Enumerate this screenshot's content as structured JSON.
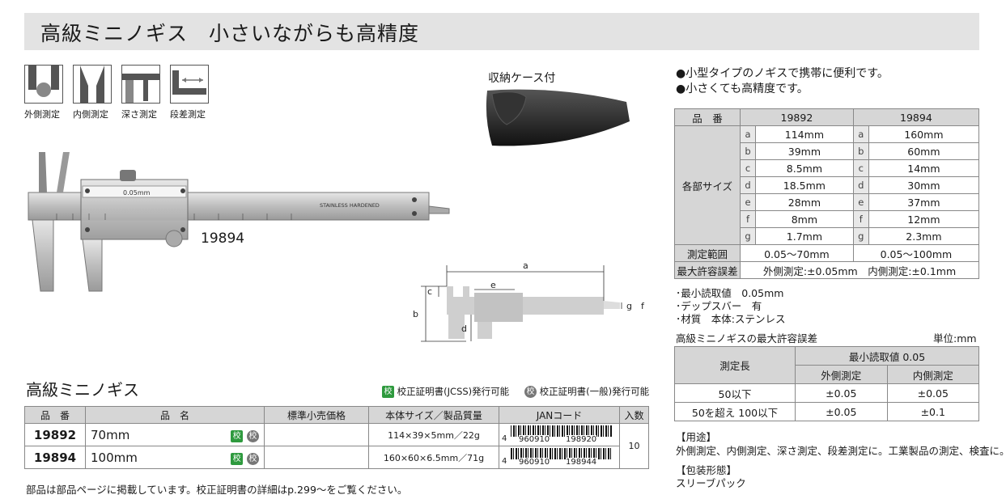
{
  "header": {
    "title": "高級ミニノギス　小さいながらも高精度"
  },
  "modes": [
    {
      "label": "外側測定",
      "icon": "outside-measure-icon"
    },
    {
      "label": "内側測定",
      "icon": "inside-measure-icon"
    },
    {
      "label": "深さ測定",
      "icon": "depth-measure-icon"
    },
    {
      "label": "段差測定",
      "icon": "step-measure-icon"
    }
  ],
  "caliper": {
    "model_label": "19894",
    "scale_text": "0.05mm",
    "stainless_text": "STAINLESS HARDENED"
  },
  "case_label": "収納ケース付",
  "diagram": {
    "labels": [
      "a",
      "c",
      "e",
      "b",
      "d",
      "g",
      "f"
    ]
  },
  "features": [
    "●小型タイプのノギスで携帯に便利です。",
    "●小さくても高精度です。"
  ],
  "spec_table": {
    "header": [
      "品　番",
      "19892",
      "19894"
    ],
    "size_label": "各部サイズ",
    "rows": [
      {
        "letter": "a",
        "v1": "114mm",
        "v2": "160mm"
      },
      {
        "letter": "b",
        "v1": "39mm",
        "v2": "60mm"
      },
      {
        "letter": "c",
        "v1": "8.5mm",
        "v2": "14mm"
      },
      {
        "letter": "d",
        "v1": "18.5mm",
        "v2": "30mm"
      },
      {
        "letter": "e",
        "v1": "28mm",
        "v2": "37mm"
      },
      {
        "letter": "f",
        "v1": "8mm",
        "v2": "12mm"
      },
      {
        "letter": "g",
        "v1": "1.7mm",
        "v2": "2.3mm"
      }
    ],
    "range_label": "測定範囲",
    "range_v1": "0.05〜70mm",
    "range_v2": "0.05〜100mm",
    "error_label": "最大許容誤差",
    "error_value": "外側測定:±0.05mm　内側測定:±0.1mm"
  },
  "notes": [
    "･最小読取値　0.05mm",
    "･デップスバー　有",
    "･材質　本体:ステンレス"
  ],
  "tolerance": {
    "title": "高級ミニノギスの最大許容誤差",
    "unit": "単位:mm",
    "head_measure": "測定長",
    "head_read": "最小読取値 0.05",
    "head_out": "外側測定",
    "head_in": "内側測定",
    "rows": [
      {
        "len": "50以下",
        "out": "±0.05",
        "in": "±0.05"
      },
      {
        "len": "50を超え 100以下",
        "out": "±0.05",
        "in": "±0.1"
      }
    ]
  },
  "usage": {
    "title": "【用途】",
    "text": "外側測定、内側測定、深さ測定、段差測定に。工業製品の測定、検査に。"
  },
  "package": {
    "title": "【包装形態】",
    "text": "スリーブパック"
  },
  "product": {
    "title": "高級ミニノギス",
    "cert_jcss": "校正証明書(JCSS)発行可能",
    "cert_general": "校正証明書(一般)発行可能",
    "badge_char": "校",
    "headers": [
      "品　番",
      "品　名",
      "標準小売価格",
      "本体サイズ／製品質量",
      "JANコード",
      "入数"
    ],
    "rows": [
      {
        "code": "19892",
        "name": "70mm",
        "price": "",
        "size": "114×39×5mm／22g",
        "jan_prefix": "4",
        "jan": "960910",
        "jan2": "198920"
      },
      {
        "code": "19894",
        "name": "100mm",
        "price": "",
        "size": "160×60×6.5mm／71g",
        "jan_prefix": "4",
        "jan": "960910",
        "jan2": "198944"
      }
    ],
    "qty": "10"
  },
  "footer": "部品は部品ページに掲載しています。校正証明書の詳細はp.299〜をご覧ください。"
}
